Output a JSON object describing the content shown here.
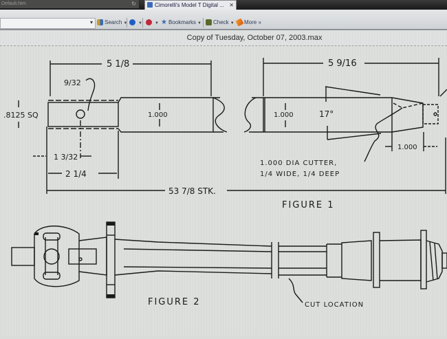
{
  "browser": {
    "tabs": [
      {
        "label": "Default.htm",
        "active": false
      },
      {
        "label": "Cimorelli's Model T Digital ...",
        "active": true
      }
    ],
    "toolbar": {
      "search_label": "Search",
      "bookmarks_label": "Bookmarks",
      "check_label": "Check",
      "more_label": "More »",
      "icons": [
        "search-icon",
        "puzzle-icon",
        "pagerank-icon",
        "star-icon",
        "spellcheck-icon",
        "pencil-icon"
      ]
    }
  },
  "document": {
    "title": "Copy of Tuesday, October 07, 2003.max"
  },
  "figure1": {
    "caption": "FIGURE 1",
    "dims": {
      "left_length": "5 1/8",
      "right_length": "5 9/16",
      "hole": "9/32",
      "square": ".8125 SQ",
      "shaft_dia_left": "1.000",
      "shaft_dia_right": "1.000",
      "taper_angle": "17°",
      "hole_offset": "1 3/32",
      "square_length": "2 1/4",
      "overall": "53 7/8 STK.",
      "end_length": "1.000"
    },
    "note_line1": "1.000 DIA CUTTER,",
    "note_line2": "1/4 WIDE, 1/4 DEEP"
  },
  "figure2": {
    "caption": "FIGURE 2",
    "cut_label": "CUT LOCATION"
  }
}
